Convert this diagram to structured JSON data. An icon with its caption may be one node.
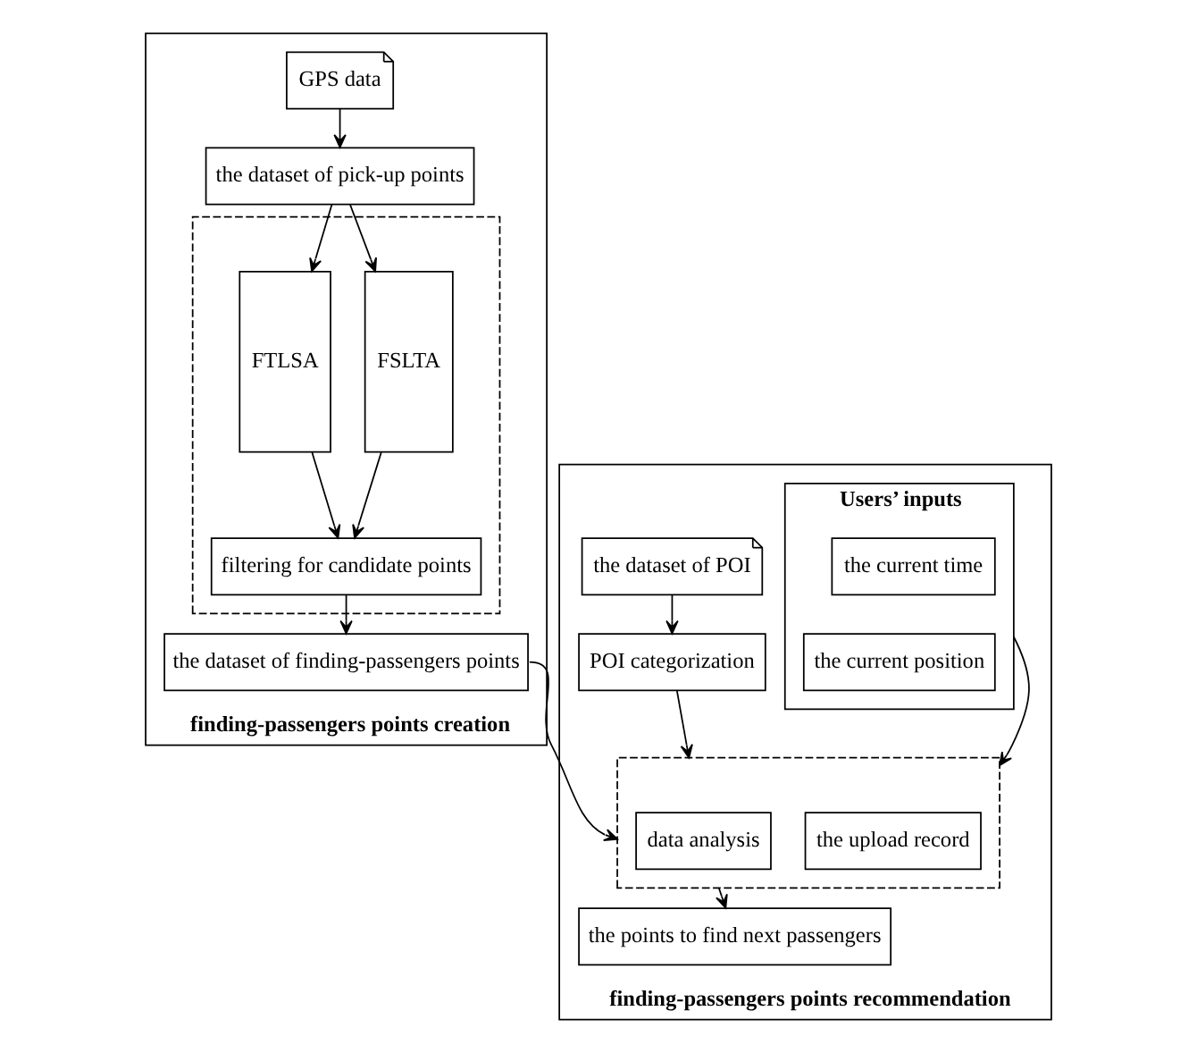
{
  "diagram": {
    "nodes": [
      {
        "text": [
          "finding-passengers points creation"
        ]
      },
      {
        "text": [
          "GPS data"
        ],
        "in": 0
      },
      {
        "text": [
          "the dataset of pick-up points"
        ],
        "in": 0
      },
      {
        "text": [],
        "shape": "box",
        "in": 0
      },
      {
        "text": [
          "FSLTA"
        ],
        "in": 3
      },
      {
        "text": [
          "FTLSA"
        ],
        "in": 3
      },
      {
        "text": [
          "filtering for candidate points"
        ],
        "in": 3
      },
      {
        "text": [
          "the dataset of finding-passengers points"
        ],
        "in": 0
      },
      {
        "text": [
          "finding-passengers points recommendation"
        ]
      },
      {
        "text": [
          "the dataset of POI"
        ],
        "in": 8
      },
      {
        "text": [
          "POI categorization"
        ],
        "in": 8
      },
      {
        "text": [
          "Users’ inputs"
        ],
        "in": 8
      },
      {
        "text": [
          "the current time"
        ],
        "in": 11
      },
      {
        "text": [
          "the current position"
        ],
        "in": 11
      },
      {
        "text": [],
        "shape": "box",
        "in": 8
      },
      {
        "text": [
          "data analysis"
        ],
        "in": 14
      },
      {
        "text": [
          "the upload record"
        ],
        "in": 14
      },
      {
        "text": [
          "the points to find next passengers"
        ],
        "in": 8
      }
    ],
    "edges": [
      {
        "from": 1,
        "to": 2,
        "arrow": "to"
      },
      {
        "from": 2,
        "to": 4,
        "arrow": "to"
      },
      {
        "from": 2,
        "to": 5,
        "arrow": "to"
      },
      {
        "from": 4,
        "to": 6,
        "arrow": "to"
      },
      {
        "from": 5,
        "to": 6,
        "arrow": "to"
      },
      {
        "from": 6,
        "to": 7,
        "arrow": "to"
      },
      {
        "from": 7,
        "to": 14,
        "arrow": "to"
      },
      {
        "from": 9,
        "to": 10,
        "arrow": "to"
      },
      {
        "from": 10,
        "to": 14,
        "arrow": "to"
      },
      {
        "from": 11,
        "to": 14,
        "arrow": "to"
      },
      {
        "from": 14,
        "to": 17,
        "arrow": "to"
      }
    ]
  }
}
